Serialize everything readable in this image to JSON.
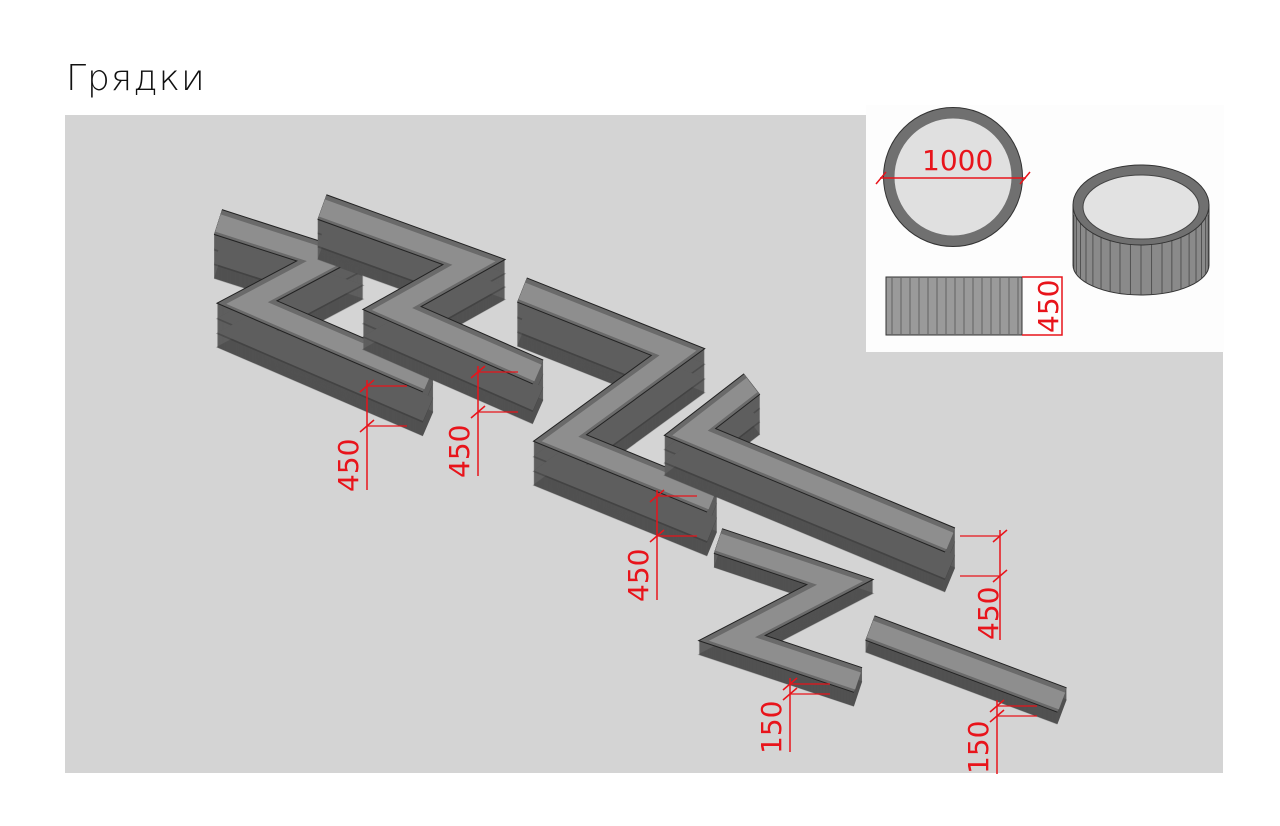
{
  "title": "Грядки",
  "dimensions": {
    "bed1_height": "450",
    "bed2_height": "450",
    "bed3_height": "450",
    "bed4_height": "450",
    "bed5_height": "150",
    "bed6_height": "150",
    "round_diameter": "1000",
    "round_height": "450"
  },
  "colors": {
    "background": "#d4d4d4",
    "dimension": "#e8141b",
    "side": "#5c5c5c",
    "top": "#8e8e8e"
  }
}
